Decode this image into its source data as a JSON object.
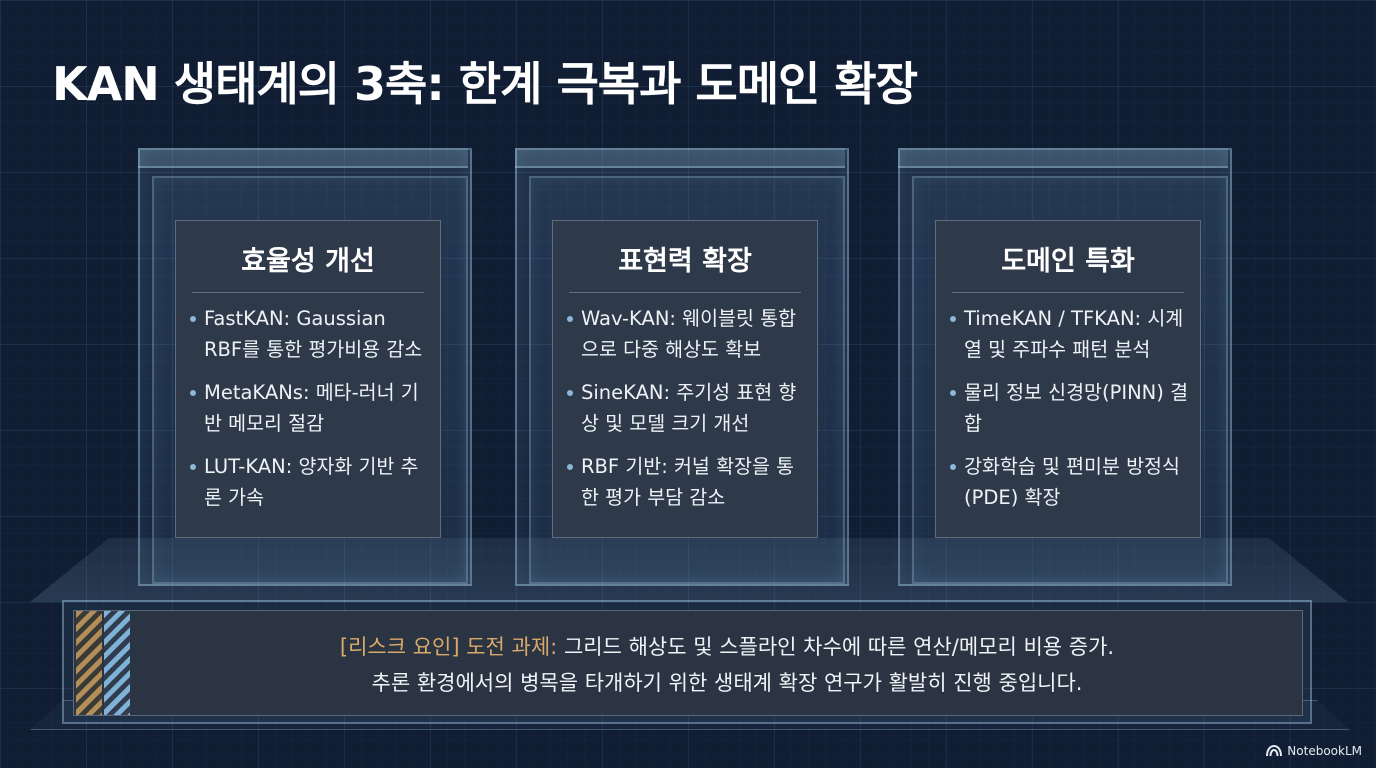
{
  "slide": {
    "title": "KAN 생태계의 3축: 한계 극복과 도메인 확장"
  },
  "pillars": [
    {
      "heading": "효율성 개선",
      "items": [
        "FastKAN: Gaussian RBF를 통한 평가비용 감소",
        "MetaKANs: 메타-러너 기반 메모리 절감",
        "LUT-KAN: 양자화 기반 추론 가속"
      ]
    },
    {
      "heading": "표현력 확장",
      "items": [
        "Wav-KAN: 웨이블릿 통합으로 다중 해상도 확보",
        "SineKAN: 주기성 표현 향상 및 모델 크기 개선",
        "RBF 기반: 커널 확장을 통한 평가 부담 감소"
      ]
    },
    {
      "heading": "도메인 특화",
      "items": [
        "TimeKAN / TFKAN: 시계열 및 주파수 패턴 분석",
        "물리 정보 신경망(PINN) 결합",
        "강화학습 및 편미분 방정식(PDE) 확장"
      ]
    }
  ],
  "risk": {
    "tag": "[리스크 요인] 도전 과제:",
    "line1": "그리드 해상도 및 스플라인 차수에 따른 연산/메모리 비용 증가.",
    "line2": "추론 환경에서의 병목을 타개하기 위한 생태계 확장 연구가 활발히 진행 중입니다."
  },
  "footer": {
    "brand": "NotebookLM",
    "icon": "notebooklm-logo-icon"
  },
  "colors": {
    "background": "#101d33",
    "card": "#2e3949",
    "accent_amber": "#d9a96a",
    "accent_blue": "#7fb2d6"
  }
}
